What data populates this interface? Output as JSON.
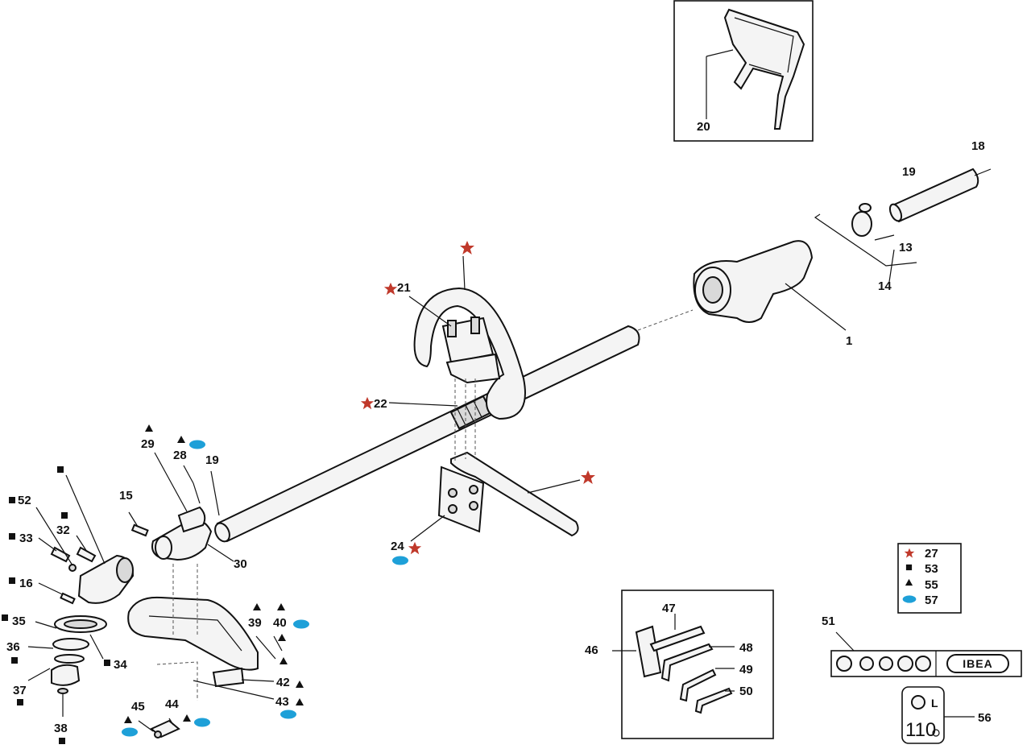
{
  "callouts": [
    {
      "id": "c1",
      "text": "1"
    },
    {
      "id": "c13",
      "text": "13"
    },
    {
      "id": "c14",
      "text": "14"
    },
    {
      "id": "c15",
      "text": "15"
    },
    {
      "id": "c16",
      "text": "16"
    },
    {
      "id": "c18",
      "text": "18"
    },
    {
      "id": "c19a",
      "text": "19"
    },
    {
      "id": "c19b",
      "text": "19"
    },
    {
      "id": "c20",
      "text": "20"
    },
    {
      "id": "c21",
      "text": "21"
    },
    {
      "id": "c22",
      "text": "22"
    },
    {
      "id": "c24",
      "text": "24"
    },
    {
      "id": "c28",
      "text": "28"
    },
    {
      "id": "c29",
      "text": "29"
    },
    {
      "id": "c30",
      "text": "30"
    },
    {
      "id": "c32",
      "text": "32"
    },
    {
      "id": "c33",
      "text": "33"
    },
    {
      "id": "c34",
      "text": "34"
    },
    {
      "id": "c35",
      "text": "35"
    },
    {
      "id": "c36",
      "text": "36"
    },
    {
      "id": "c37",
      "text": "37"
    },
    {
      "id": "c38",
      "text": "38"
    },
    {
      "id": "c39",
      "text": "39"
    },
    {
      "id": "c40",
      "text": "40"
    },
    {
      "id": "c42",
      "text": "42"
    },
    {
      "id": "c43",
      "text": "43"
    },
    {
      "id": "c44",
      "text": "44"
    },
    {
      "id": "c45",
      "text": "45"
    },
    {
      "id": "c46",
      "text": "46"
    },
    {
      "id": "c47",
      "text": "47"
    },
    {
      "id": "c48",
      "text": "48"
    },
    {
      "id": "c49",
      "text": "49"
    },
    {
      "id": "c50",
      "text": "50"
    },
    {
      "id": "c51",
      "text": "51"
    },
    {
      "id": "c52",
      "text": "52"
    },
    {
      "id": "c56",
      "text": "56"
    }
  ],
  "legend": {
    "items": [
      {
        "symbol": "star-icon",
        "color": "#c0392b",
        "code": "27"
      },
      {
        "symbol": "square-icon",
        "color": "#111111",
        "code": "53"
      },
      {
        "symbol": "triangle-icon",
        "color": "#111111",
        "code": "55"
      },
      {
        "symbol": "ellipse-icon",
        "color": "#1ea0d8",
        "code": "57"
      }
    ]
  },
  "label_56": {
    "top": "L",
    "number": "110"
  },
  "brand_logo": "IBEA",
  "colors": {
    "star": "#c0392b",
    "ellipse": "#1ea0d8",
    "ink": "#111111"
  }
}
